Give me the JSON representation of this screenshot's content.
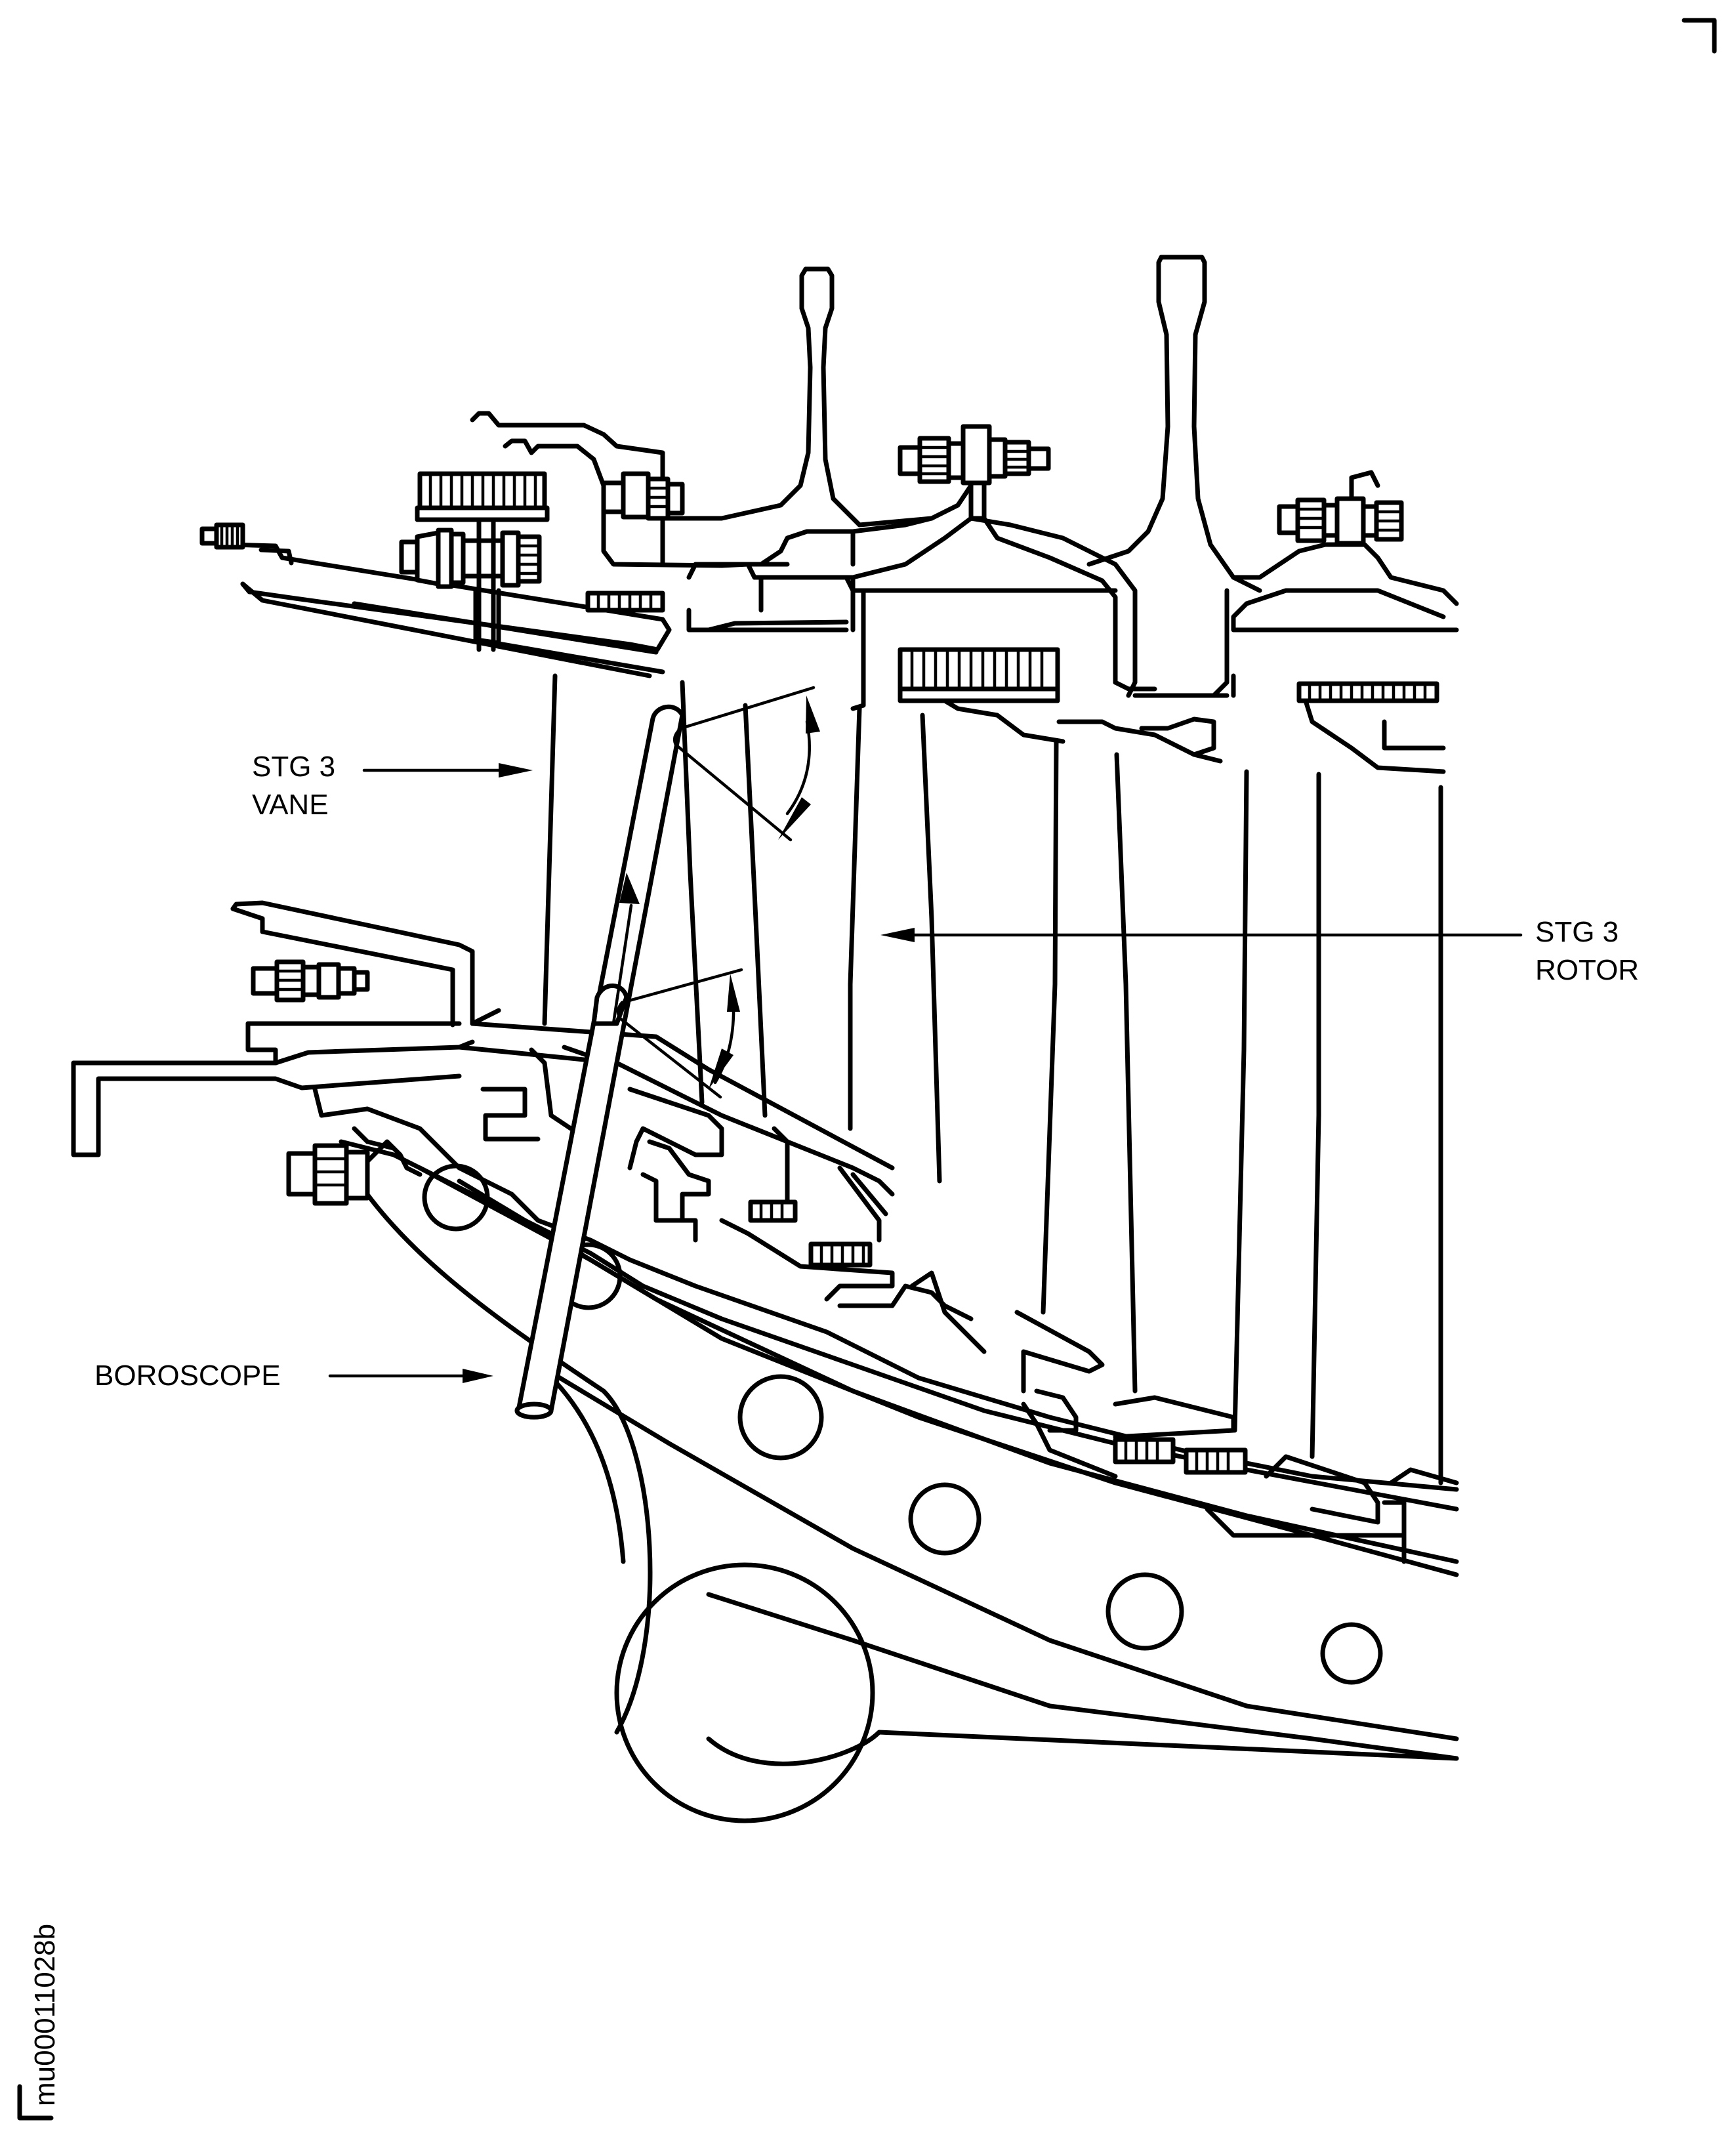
{
  "figure": {
    "title": "Boroscope inspection of stage 3 vane and rotor",
    "figure_id": "mu00011028b"
  },
  "callouts": [
    {
      "id": "stg3-vane",
      "text": "STG 3\nVANE"
    },
    {
      "id": "stg3-rotor",
      "text": "STG 3\nROTOR"
    },
    {
      "id": "boroscope",
      "text": "BOROSCOPE"
    }
  ],
  "colors": {
    "line": "#000000",
    "background": "#ffffff"
  }
}
